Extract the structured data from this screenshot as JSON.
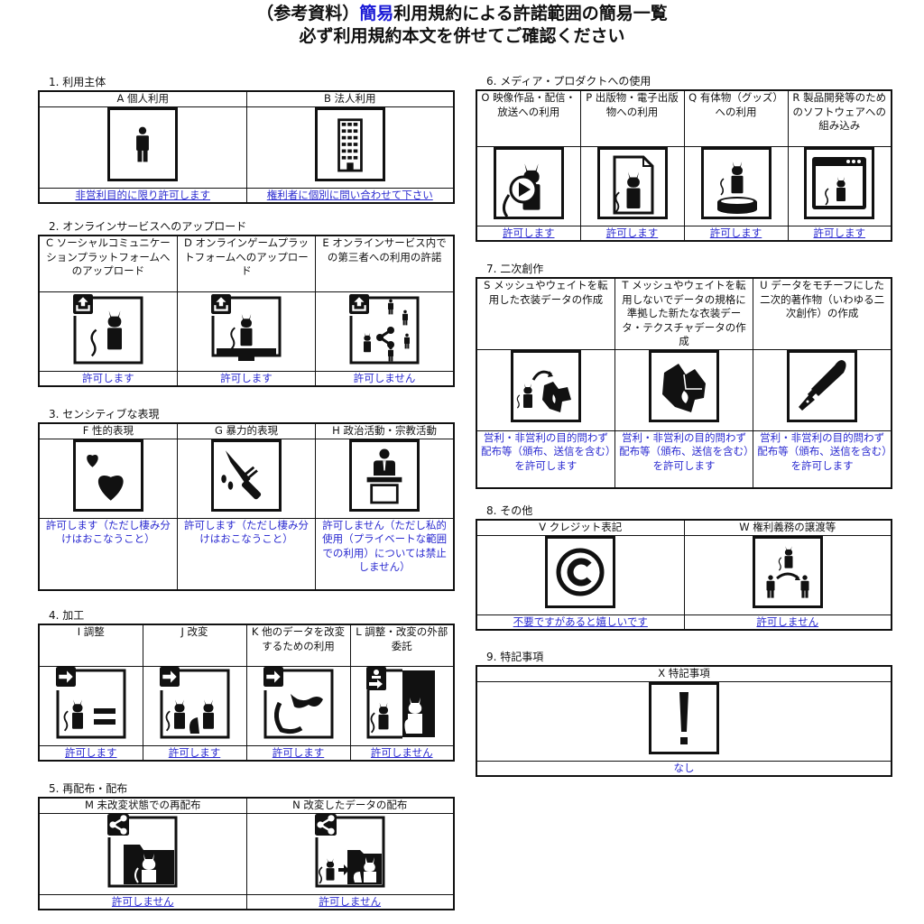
{
  "header": {
    "title_prefix": "（参考資料）",
    "title_highlight": "簡易",
    "title_suffix": "利用規約による許諾範囲の簡易一覧",
    "subtitle": "必ず利用規約本文を併せてご確認ください"
  },
  "colors": {
    "accent": "#2a2ad0",
    "border": "#111111",
    "text": "#111111"
  },
  "sections": [
    {
      "title": "1. 利用主体",
      "items": [
        {
          "label": "A 個人利用",
          "icon": "person-icon",
          "result": "非営利目的に限り許可します"
        },
        {
          "label": "B 法人利用",
          "icon": "building-icon",
          "result": "権利者に個別に問い合わせて下さい"
        }
      ]
    },
    {
      "title": "2. オンラインサービスへのアップロード",
      "items": [
        {
          "label": "C ソーシャルコミュニケーションプラットフォームへのアップロード",
          "icon": "upload-avatar-icon",
          "result": "許可します"
        },
        {
          "label": "D オンラインゲームプラットフォームへのアップロード",
          "icon": "upload-monitor-icon",
          "result": "許可します"
        },
        {
          "label": "E オンラインサービス内での第三者への利用の許諾",
          "icon": "upload-share-icon",
          "result": "許可しません"
        }
      ]
    },
    {
      "title": "3. センシティブな表現",
      "items": [
        {
          "label": "F 性的表現",
          "icon": "hearts-icon",
          "result": "許可します（ただし棲み分けはおこなうこと）"
        },
        {
          "label": "G 暴力的表現",
          "icon": "knife-icon",
          "result": "許可します（ただし棲み分けはおこなうこと）"
        },
        {
          "label": "H 政治活動・宗教活動",
          "icon": "podium-speaker-icon",
          "result": "許可しません（ただし私的使用（プライベートな範囲での利用）については禁止しません）"
        }
      ]
    },
    {
      "title": "4. 加工",
      "items": [
        {
          "label": "I 調整",
          "icon": "adjust-equal-icon",
          "result": "許可します"
        },
        {
          "label": "J 改変",
          "icon": "modify-icon",
          "result": "許可します"
        },
        {
          "label": "K 他のデータを改変するための利用",
          "icon": "parts-use-icon",
          "result": "許可します"
        },
        {
          "label": "L 調整・改変の外部委託",
          "icon": "outsource-icon",
          "result": "許可しません"
        }
      ]
    },
    {
      "title": "5. 再配布・配布",
      "items": [
        {
          "label": "M 未改変状態での再配布",
          "icon": "share-folder-icon",
          "result": "許可しません"
        },
        {
          "label": "N 改変したデータの配布",
          "icon": "share-modified-icon",
          "result": "許可しません"
        }
      ]
    },
    {
      "title": "6. メディア・プロダクトへの使用",
      "items": [
        {
          "label": "O 映像作品・配信・放送への利用",
          "icon": "video-play-icon",
          "result": "許可します"
        },
        {
          "label": "P 出版物・電子出版物への利用",
          "icon": "document-icon",
          "result": "許可します"
        },
        {
          "label": "Q 有体物（グッズ）への利用",
          "icon": "figure-stand-icon",
          "result": "許可します"
        },
        {
          "label": "R 製品開発等のためのソフトウェアへの組み込み",
          "icon": "software-window-icon",
          "result": "許可します"
        }
      ]
    },
    {
      "title": "7. 二次創作",
      "items": [
        {
          "label": "S メッシュやウェイトを転用した衣装データの作成",
          "icon": "avatar-to-clothing-icon",
          "result": "営利・非営利の目的問わず配布等（頒布、送信を含む）を許可します"
        },
        {
          "label": "T メッシュやウェイトを転用しないでデータの規格に準拠した新たな衣装データ・テクスチャデータの作成",
          "icon": "clothing-icon",
          "result": "営利・非営利の目的問わず配布等（頒布、送信を含む）を許可します"
        },
        {
          "label": "U データをモチーフにした二次的著作物（いわゆる二次創作）の作成",
          "icon": "pen-nib-icon",
          "result": "営利・非営利の目的問わず配布等（頒布、送信を含む）を許可します"
        }
      ]
    },
    {
      "title": "8. その他",
      "items": [
        {
          "label": "V クレジット表記",
          "icon": "copyright-icon",
          "result": "不要ですがあると嬉しいです"
        },
        {
          "label": "W 権利義務の譲渡等",
          "icon": "transfer-icon",
          "result": "許可しません"
        }
      ]
    },
    {
      "title": "9. 特記事項",
      "items": [
        {
          "label": "X 特記事項",
          "icon": "exclamation-icon",
          "result": "なし"
        }
      ]
    }
  ]
}
